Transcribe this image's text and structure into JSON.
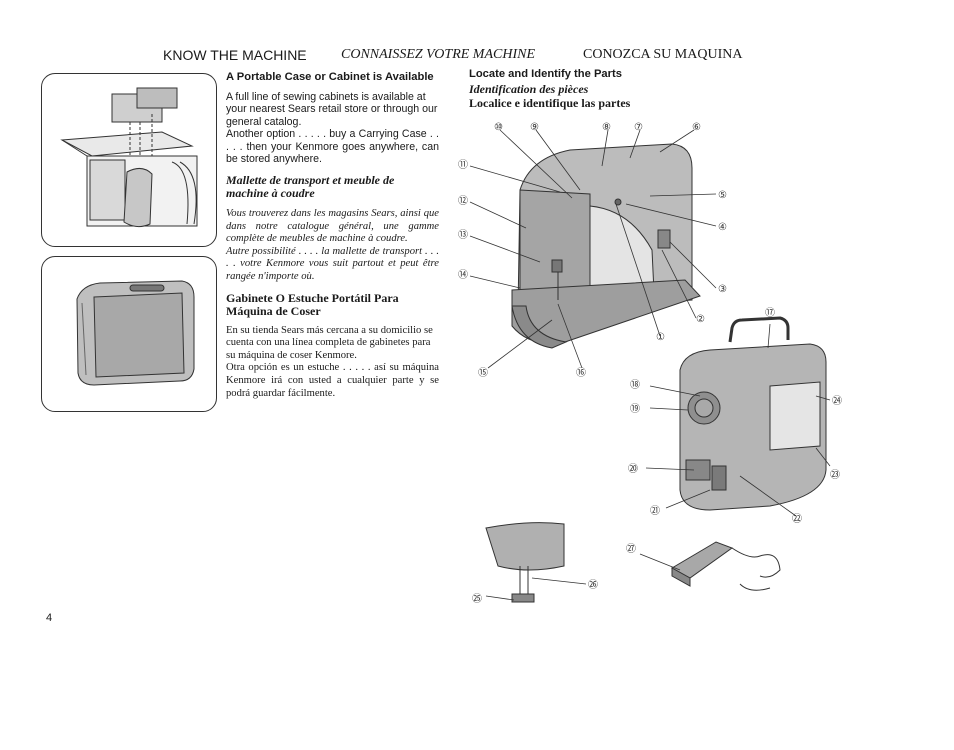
{
  "header": {
    "en": "KNOW THE MACHINE",
    "fr": "CONNAISSEZ VOTRE MACHINE",
    "es": "CONOZCA SU MAQUINA"
  },
  "cabinet": {
    "en_title": "A Portable Case or Cabinet is Available",
    "en_body": "A full line of sewing cabinets is available at your nearest Sears retail store or through our general catalog.",
    "en_option": "Another option . . . . . buy a Carrying Case . . . . . then your Kenmore goes anywhere, can be stored anywhere.",
    "fr_title": "Mallette de transport et meuble de machine à coudre",
    "fr_body": "Vous trouverez dans les magasins Sears, ainsi que dans notre catalogue général, une gamme complète de meubles de machine à coudre.",
    "fr_option": "Autre possibilité . . . . la mallette de transport . . . . . votre Kenmore vous suit partout et peut être rangée n'importe où.",
    "es_title": "Gabinete O Estuche Portátil Para Máquina de Coser",
    "es_body": "En su tienda Sears más cercana a su domicilio se cuenta con una línea completa de gabinetes para su máquina de coser Kenmore.",
    "es_option": "Otra opción es un estuche . . . . . así su máquina Kenmore irá con usted a cualquier parte y se podrá guardar fácilmente."
  },
  "parts": {
    "en": "Locate and Identify the Parts",
    "fr": "Identification des pièces",
    "es": "Localice e identifique las partes"
  },
  "callouts": [
    "⑩",
    "⑨",
    "⑧",
    "⑦",
    "⑥",
    "⑪",
    "⑤",
    "⑫",
    "④",
    "⑬",
    "⑭",
    "③",
    "②",
    "①",
    "⑮",
    "⑯",
    "⑰",
    "⑱",
    "⑲",
    "㉔",
    "⑳",
    "㉓",
    "㉑",
    "㉒",
    "㉗",
    "㉖",
    "㉕"
  ],
  "page_number": "4"
}
